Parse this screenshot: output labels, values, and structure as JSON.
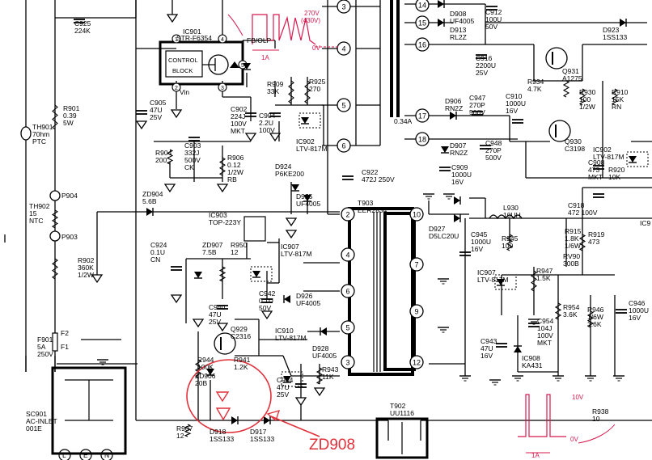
{
  "colors": {
    "ink": "#000000",
    "annotation": "#d8194f",
    "markup": "#e0303a"
  },
  "top_notes": {
    "v_range": "270V",
    "v_range2": "(430V)",
    "zero_v": "0V",
    "current": "1A",
    "fb_olp": "FB/OLP"
  },
  "ic901": {
    "ref": "IC901",
    "part": "STR-F6354",
    "block_line1": "CONTROL",
    "block_line2": "BLOCK",
    "vin": "Vin",
    "pins": [
      "1",
      "2",
      "3",
      "4",
      "5"
    ]
  },
  "left": {
    "c925": [
      "C925",
      "224K"
    ],
    "r901": [
      "R901",
      "0.39",
      "5W"
    ],
    "th901": [
      "TH901",
      "70hm",
      "PTC"
    ],
    "p904": "P904",
    "th902": [
      "TH902",
      "15",
      "NTC"
    ],
    "p903": "P903",
    "r902": [
      "R902",
      "360K",
      "1/2W"
    ],
    "f901": [
      "F901",
      "5A",
      "250V"
    ],
    "f2": "F2",
    "f1": "F1",
    "sc901": [
      "SC901",
      "AC-INLET",
      "001E"
    ],
    "inlet_pins": [
      "L",
      "E",
      "N"
    ]
  },
  "mid": {
    "c905": [
      "C905",
      "47U",
      "25V"
    ],
    "r909": [
      "R909",
      "33K"
    ],
    "r925": [
      "R925",
      "270"
    ],
    "c902": [
      "C902",
      "224J",
      "100V",
      "MKT"
    ],
    "c904": [
      "C904",
      "2.2U",
      "100V"
    ],
    "ic902a": [
      "IC902",
      "LTV-817M"
    ],
    "c903": [
      "C903",
      "332J",
      "500V",
      "CK"
    ],
    "r904": [
      "R904",
      "200"
    ],
    "r906": [
      "R906",
      "0.12",
      "1/2W",
      "RB"
    ],
    "d924": [
      "D924",
      "P6KE200"
    ],
    "d925": [
      "D925",
      "UF4005"
    ],
    "zd904": [
      "ZD904",
      "5.6B"
    ],
    "ic903": [
      "IC903",
      "TOP-223Y"
    ],
    "c924": [
      "C924",
      "0.1U",
      "CN"
    ],
    "zd907": [
      "ZD907",
      "7.5B"
    ],
    "r950": [
      "R950",
      "12"
    ],
    "ic907a": [
      "IC907",
      "LTV-817M"
    ],
    "c940": [
      "C940",
      "47U",
      "25V"
    ],
    "c942": [
      "C942",
      "0.1U",
      "50V"
    ],
    "d926": [
      "D926",
      "UF4005"
    ],
    "q929": [
      "Q929",
      "C2316"
    ],
    "ic910": [
      "IC910",
      "LTV-817M"
    ],
    "r944": [
      "R944",
      "100K"
    ],
    "zd906": [
      "ZD906",
      "20B"
    ],
    "r941": [
      "R941",
      "1.2K"
    ],
    "d928": [
      "D928",
      "UF4005"
    ],
    "c944": [
      "C944",
      "47U",
      "25V"
    ],
    "r943": [
      "R943",
      "11K"
    ],
    "r907": [
      "R907",
      "12"
    ],
    "d918": [
      "D918",
      "1SS133"
    ],
    "d917": [
      "D917",
      "1SS133"
    ],
    "t902": [
      "T902",
      "UU1116"
    ],
    "zd908_markup": "ZD908"
  },
  "transformer": {
    "c922": [
      "C922",
      "472J 250V"
    ],
    "t903": [
      "T903",
      "EER2834"
    ],
    "top_pins": [
      "3",
      "4",
      "5",
      "6"
    ],
    "left_pins": [
      "2",
      "4",
      "6",
      "5",
      "3"
    ],
    "right_pins": [
      "10",
      "7",
      "9",
      "12"
    ],
    "current": "0.34A"
  },
  "right": {
    "pins": [
      "14",
      "15",
      "16",
      "17",
      "18"
    ],
    "d908": [
      "D908",
      "UF4005"
    ],
    "c912": [
      "C912",
      "100U",
      "50V"
    ],
    "d913": [
      "D913",
      "RL2Z"
    ],
    "d923": [
      "D923",
      "1SS133"
    ],
    "c916": [
      "C916",
      "2200U",
      "25V"
    ],
    "r934": [
      "R934",
      "4.7K"
    ],
    "q931": [
      "Q931",
      "A1275"
    ],
    "r930": [
      "R930",
      "100",
      "1/2W"
    ],
    "r910": [
      "R910",
      "15K",
      "RN"
    ],
    "d906": [
      "D906",
      "RN2Z"
    ],
    "c947": [
      "C947",
      "270P",
      "500V"
    ],
    "c910": [
      "C910",
      "1000U",
      "16V"
    ],
    "q930": [
      "Q930",
      "C3198"
    ],
    "d907": [
      "D907",
      "RN2Z"
    ],
    "c948": [
      "C948",
      "270P",
      "500V"
    ],
    "c909": [
      "C909",
      "1000U",
      "16V"
    ],
    "ic902b": [
      "IC902",
      "LTV-817M"
    ],
    "c908": [
      "C908",
      "473",
      "MKT"
    ],
    "r920": [
      "R920",
      "10K"
    ],
    "c918": [
      "C918",
      "472 100V"
    ],
    "l930": [
      "L930",
      "10UH"
    ],
    "d927": [
      "D927",
      "D5LC20U"
    ],
    "r945": [
      "R945",
      "100"
    ],
    "c945": [
      "C945",
      "1000U",
      "16V"
    ],
    "r915": [
      "R915",
      "1.8K",
      "1/6W"
    ],
    "r919": [
      "R919",
      "473"
    ],
    "rv90": [
      "RV90",
      "300B"
    ],
    "ic9": "IC9",
    "ic907b": [
      "IC907",
      "LTV-817M"
    ],
    "r947": [
      "R947",
      "1.5K"
    ],
    "r954": [
      "R954",
      "3.6K"
    ],
    "r946": [
      "R946",
      "1/6W",
      "3.6K"
    ],
    "c946": [
      "C946",
      "1000U",
      "16V"
    ],
    "c954": [
      "C954",
      "104J",
      "100V",
      "MKT"
    ],
    "c943": [
      "C943",
      "47U",
      "16V"
    ],
    "ic908": [
      "IC908",
      "KA431"
    ],
    "r938": [
      "R938",
      "10"
    ],
    "wave_10v": "10V",
    "wave_0v": "0V",
    "wave_1a": "1A"
  }
}
